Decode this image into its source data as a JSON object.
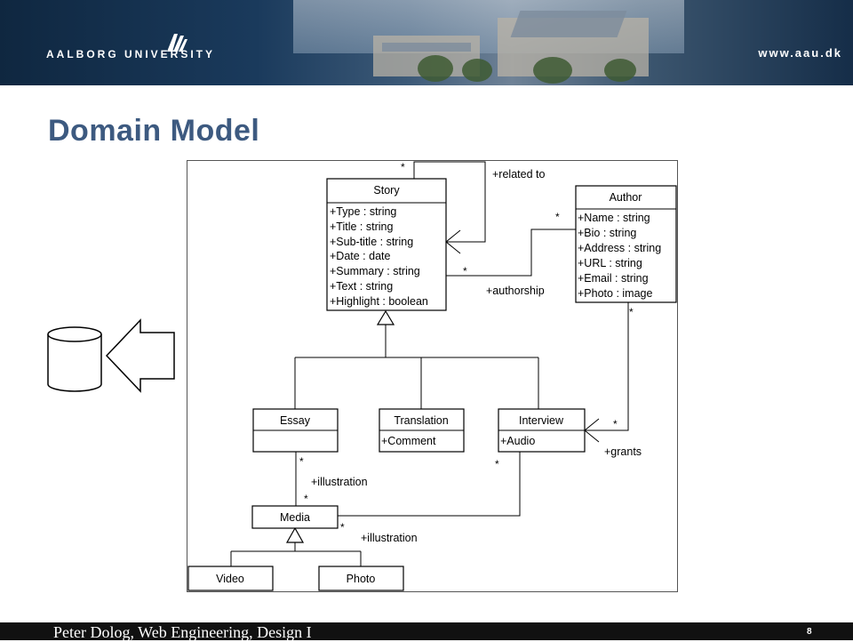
{
  "header": {
    "university": "AALBORG UNIVERSITY",
    "url": "www.aau.dk"
  },
  "slide": {
    "title": "Domain Model",
    "page_number": "8"
  },
  "footer": {
    "text": "Peter Dolog, Web Engineering, Design I"
  },
  "diagram": {
    "classes": {
      "story": {
        "name": "Story",
        "attributes": [
          "+Type : string",
          "+Title : string",
          "+Sub-title : string",
          "+Date : date",
          "+Summary : string",
          "+Text : string",
          "+Highlight : boolean"
        ]
      },
      "author": {
        "name": "Author",
        "attributes": [
          "+Name : string",
          "+Bio : string",
          "+Address : string",
          "+URL : string",
          "+Email : string",
          "+Photo : image"
        ]
      },
      "essay": {
        "name": "Essay",
        "attributes": []
      },
      "translation": {
        "name": "Translation",
        "attributes": [
          "+Comment"
        ]
      },
      "interview": {
        "name": "Interview",
        "attributes": [
          "+Audio"
        ]
      },
      "media": {
        "name": "Media"
      },
      "video": {
        "name": "Video"
      },
      "photo": {
        "name": "Photo"
      }
    },
    "labels": {
      "related_to": "+related to",
      "authorship": "+authorship",
      "grants": "+grants",
      "illustration_essay": "+illustration",
      "illustration_media": "+illustration"
    },
    "multiplicity": "*"
  },
  "colors": {
    "title": "#3d5a80",
    "footer_bg": "#111111",
    "header_dark": "#0f2740"
  }
}
